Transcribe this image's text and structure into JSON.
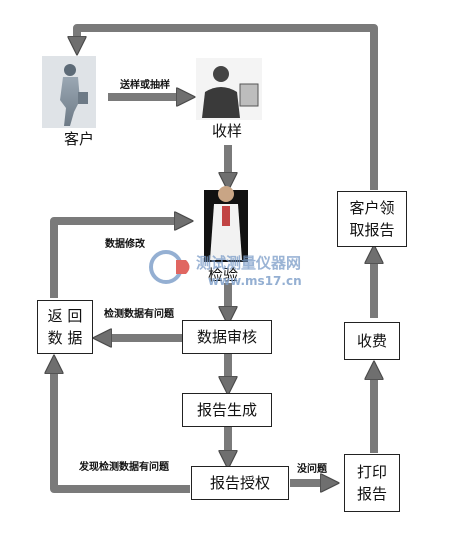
{
  "nodes": {
    "customer": "客户",
    "receive": "收样",
    "inspect": "检验",
    "return_data": "返 回\n数 据",
    "data_review": "数据审核",
    "report_gen": "报告生成",
    "report_auth": "报告授权",
    "print_report": "打印\n报告",
    "charge": "收费",
    "customer_pickup": "客户领\n取报告"
  },
  "edges": {
    "send_sample": "送样或抽样",
    "data_modify": "数据修改",
    "data_problem": "检测数据有问题",
    "found_problem": "发现检测数据有问题",
    "no_problem": "没问题"
  },
  "watermark": {
    "name": "测试测量仪器网",
    "url": "www.ms17.cn"
  },
  "colors": {
    "arrow": "#7a7a7a",
    "arrow_edge": "#4a4a4a",
    "box_border": "#222222",
    "watermark": "#7a9cc8",
    "logo_red": "#d9403a"
  }
}
